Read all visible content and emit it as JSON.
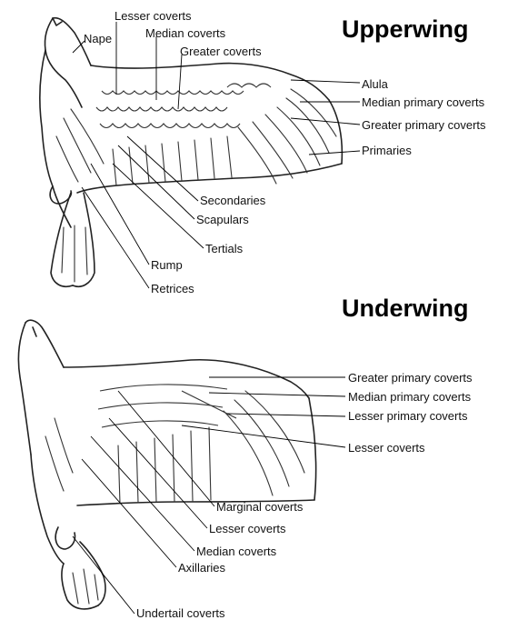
{
  "upperwing": {
    "title": "Upperwing",
    "labels": {
      "nape": "Nape",
      "lesser_coverts": "Lesser coverts",
      "median_coverts": "Median coverts",
      "greater_coverts": "Greater coverts",
      "alula": "Alula",
      "median_primary_coverts": "Median primary coverts",
      "greater_primary_coverts": "Greater primary coverts",
      "primaries": "Primaries",
      "secondaries": "Secondaries",
      "scapulars": "Scapulars",
      "tertials": "Tertials",
      "rump": "Rump",
      "retrices": "Retrices"
    }
  },
  "underwing": {
    "title": "Underwing",
    "labels": {
      "greater_primary_coverts": "Greater primary coverts",
      "median_primary_coverts": "Median primary coverts",
      "lesser_primary_coverts": "Lesser primary coverts",
      "lesser_coverts_right": "Lesser coverts",
      "marginal_coverts": "Marginal coverts",
      "lesser_coverts": "Lesser coverts",
      "median_coverts": "Median coverts",
      "axillaries": "Axillaries",
      "undertail_coverts": "Undertail coverts"
    }
  }
}
